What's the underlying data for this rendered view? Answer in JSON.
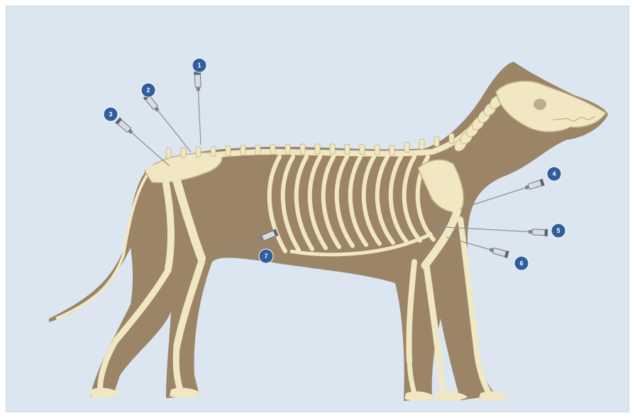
{
  "colors": {
    "background": "#dbe6f0",
    "silhouette": "#9b8566",
    "bone": "#f1e8c3",
    "bone_stroke": "#bfae80",
    "badge": "#2f5d9e",
    "needle": "#8b8f94"
  },
  "markers": [
    {
      "id": "1",
      "label": "1"
    },
    {
      "id": "2",
      "label": "2"
    },
    {
      "id": "3",
      "label": "3"
    },
    {
      "id": "4",
      "label": "4"
    },
    {
      "id": "5",
      "label": "5"
    },
    {
      "id": "6",
      "label": "6"
    },
    {
      "id": "7",
      "label": "7"
    }
  ],
  "icons": {
    "needle": "syringe-icon",
    "marker": "numbered-circle-icon"
  }
}
